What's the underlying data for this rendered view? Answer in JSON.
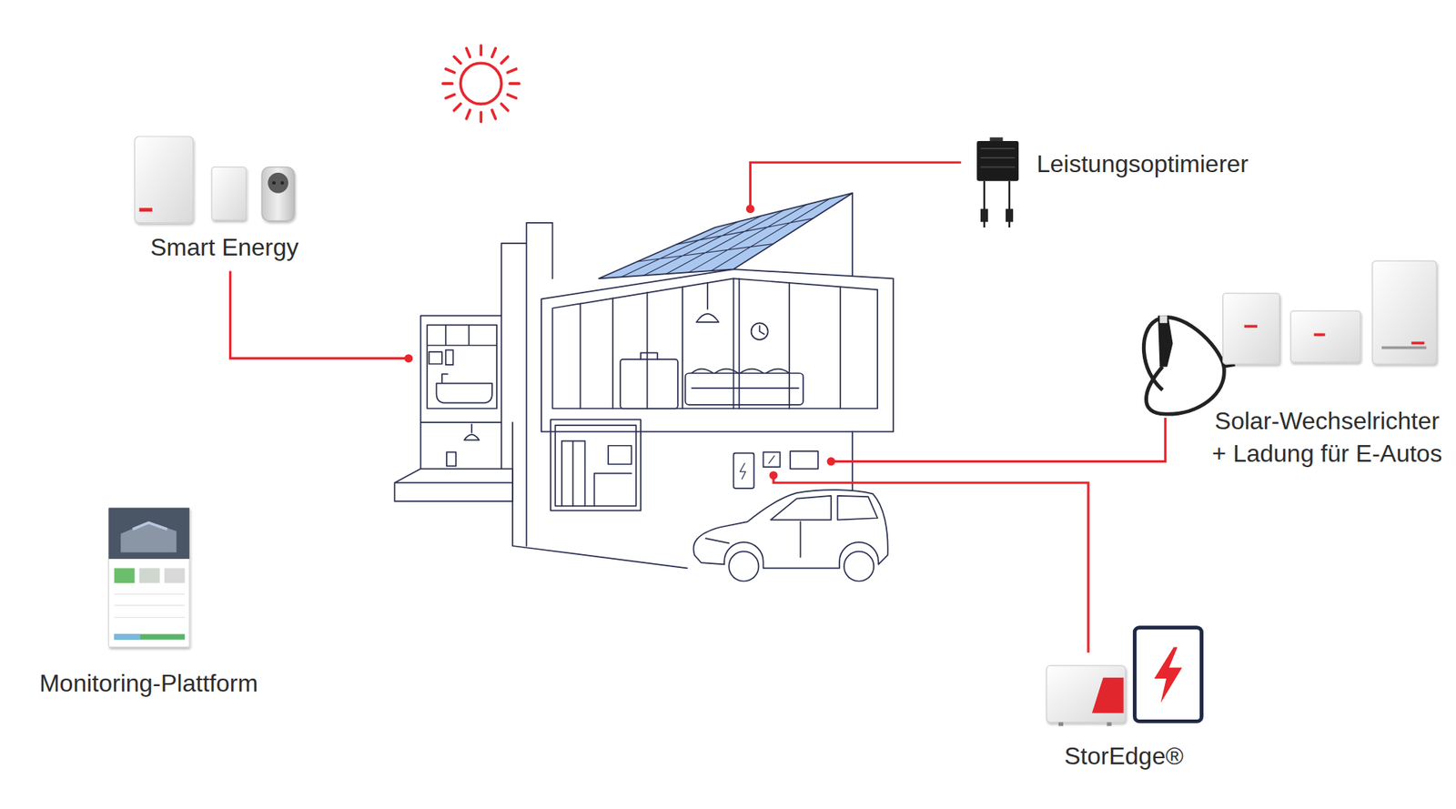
{
  "diagram": {
    "labels": [
      "Leistungsoptimierer",
      "Smart Energy",
      "Solar-Wechselrichter + Ladung für E-Autos",
      "Monitoring-Plattform",
      "StorEdge®"
    ]
  }
}
